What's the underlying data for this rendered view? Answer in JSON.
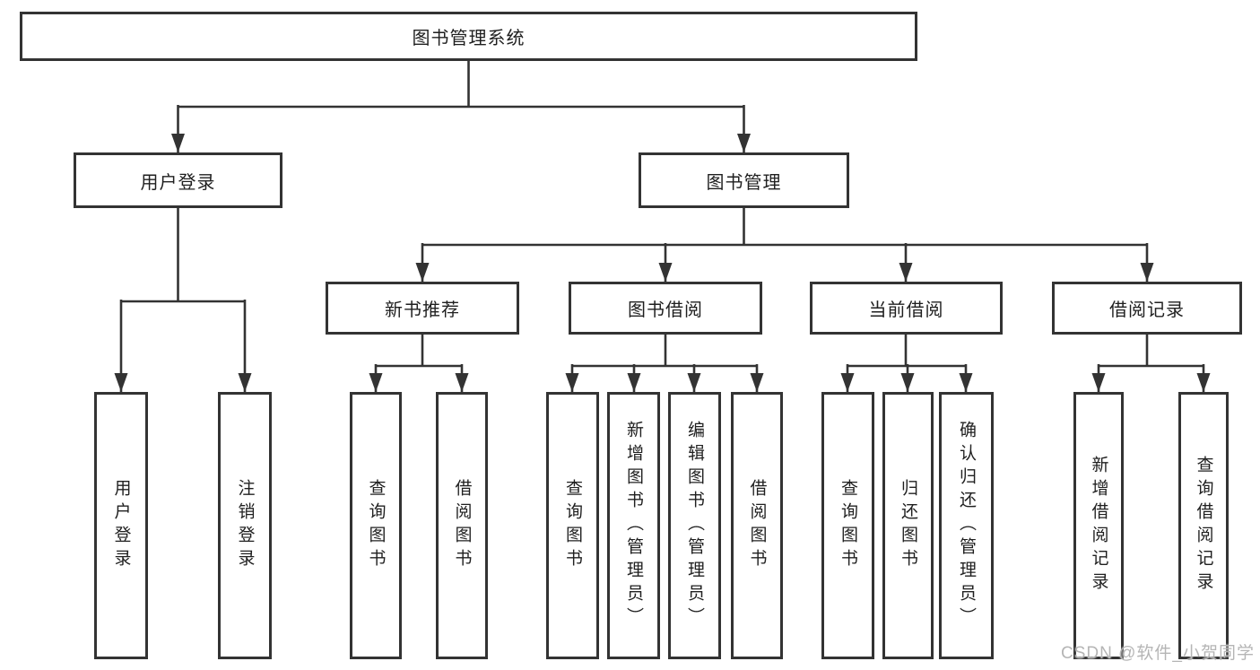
{
  "diagram": {
    "root": {
      "label": "图书管理系统"
    },
    "branches": [
      {
        "label": "用户登录",
        "children": [
          {
            "label": "用户登录"
          },
          {
            "label": "注销登录"
          }
        ]
      },
      {
        "label": "图书管理",
        "children": [
          {
            "label": "新书推荐",
            "children": [
              {
                "label": "查询图书"
              },
              {
                "label": "借阅图书"
              }
            ]
          },
          {
            "label": "图书借阅",
            "children": [
              {
                "label": "查询图书"
              },
              {
                "label": "新增图书（管理员）"
              },
              {
                "label": "编辑图书（管理员）"
              },
              {
                "label": "借阅图书"
              }
            ]
          },
          {
            "label": "当前借阅",
            "children": [
              {
                "label": "查询图书"
              },
              {
                "label": "归还图书"
              },
              {
                "label": "确认归还（管理员）"
              }
            ]
          },
          {
            "label": "借阅记录",
            "children": [
              {
                "label": "新增借阅记录"
              },
              {
                "label": "查询借阅记录"
              }
            ]
          }
        ]
      }
    ]
  },
  "watermark": "CSDN @软件_小贺同学",
  "colors": {
    "line": "#333333",
    "text": "#1f1f1f",
    "watermark": "#b5b5b5",
    "background": "#ffffff"
  }
}
